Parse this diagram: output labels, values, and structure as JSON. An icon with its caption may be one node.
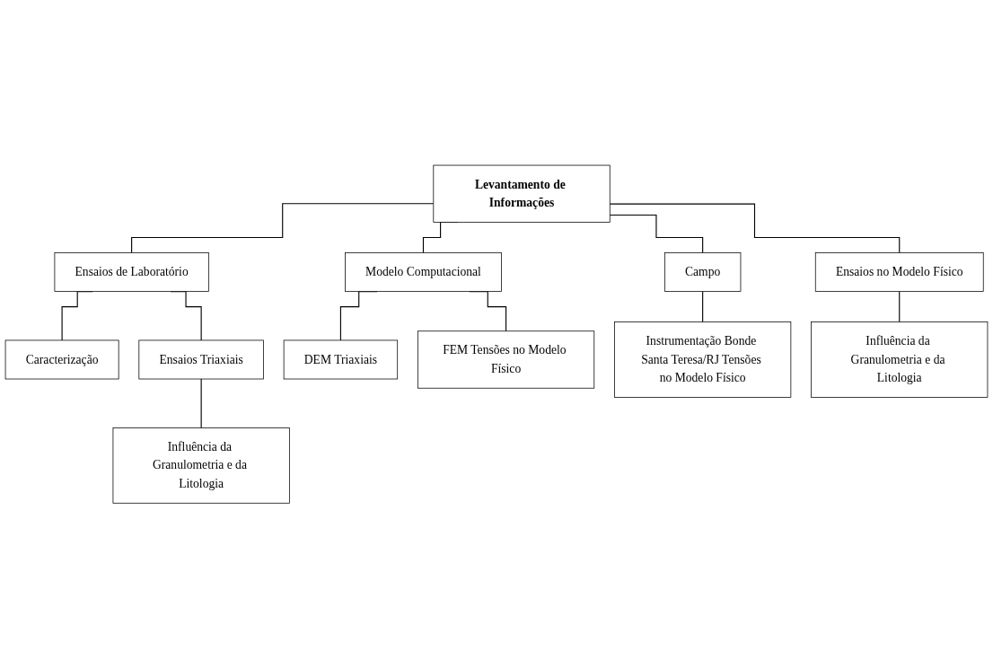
{
  "diagram": {
    "nodes": [
      {
        "text": [
          "Levantamento de Informações"
        ]
      },
      {
        "text": [
          "Ensaios de Laboratório"
        ]
      },
      {
        "text": [
          "Modelo Computacional"
        ]
      },
      {
        "text": [
          "Campo"
        ]
      },
      {
        "text": [
          "Ensaios no Modelo Físico"
        ]
      },
      {
        "text": [
          "Caracterização"
        ]
      },
      {
        "text": [
          "Ensaios Triaxiais"
        ]
      },
      {
        "text": [
          "Influência da Granulometria e da Litologia"
        ]
      },
      {
        "text": [
          "DEM Triaxiais"
        ]
      },
      {
        "text": [
          "FEM Tensões no Modelo Físico"
        ]
      },
      {
        "text": [
          "Instrumentação Bonde Santa Teresa/RJ Tensões no Modelo Físico"
        ]
      },
      {
        "text": [
          "Influência da Granulometria e da Litologia"
        ]
      }
    ],
    "edges": [
      {
        "from": 0,
        "to": 1,
        "arrow": "none"
      },
      {
        "from": 0,
        "to": 2,
        "arrow": "none"
      },
      {
        "from": 0,
        "to": 3,
        "arrow": "none"
      },
      {
        "from": 0,
        "to": 4,
        "arrow": "none"
      },
      {
        "from": 1,
        "to": 5,
        "arrow": "none"
      },
      {
        "from": 1,
        "to": 6,
        "arrow": "none"
      },
      {
        "from": 6,
        "to": 7,
        "arrow": "none"
      },
      {
        "from": 2,
        "to": 8,
        "arrow": "none"
      },
      {
        "from": 2,
        "to": 9,
        "arrow": "none"
      },
      {
        "from": 3,
        "to": 10,
        "arrow": "none"
      },
      {
        "from": 4,
        "to": 11,
        "arrow": "none"
      }
    ]
  }
}
